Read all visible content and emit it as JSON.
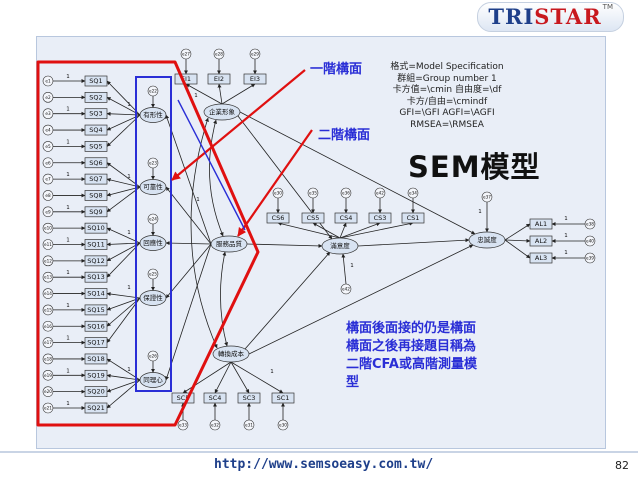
{
  "brand": {
    "name_a": "TRI",
    "name_b": "STAR",
    "tm": "TM"
  },
  "title": "SEM模型",
  "callouts": {
    "first_order": "一階構面",
    "second_order": "二階構面"
  },
  "model_info": [
    "格式=Model Specification",
    "群組=Group number 1",
    "卡方值=\\cmin 自由度=\\df",
    "卡方/自由=\\cmindf",
    "GFI=\\GFI AGFI=\\AGFI",
    "RMSEA=\\RMSEA"
  ],
  "note": [
    "構面後面接的仍是構面",
    "構面之後再接題目稱為",
    "二階CFA或高階測量模",
    "型"
  ],
  "footer": {
    "url": "http://www.semsoeasy.com.tw/",
    "page": "82"
  },
  "colors": {
    "accent_red": "#e01010",
    "accent_blue": "#2a2ed6",
    "box_fill": "#d8e3f2",
    "line": "#222222"
  },
  "diagram": {
    "sq_items": [
      "SQ1",
      "SQ2",
      "SQ3",
      "SQ4",
      "SQ5",
      "SQ6",
      "SQ7",
      "SQ8",
      "SQ9",
      "SQ10",
      "SQ11",
      "SQ12",
      "SQ13",
      "SQ14",
      "SQ15",
      "SQ16",
      "SQ17",
      "SQ18",
      "SQ19",
      "SQ20",
      "SQ21"
    ],
    "sq_errors": [
      "e1",
      "e2",
      "e3",
      "e4",
      "e5",
      "e6",
      "e7",
      "e8",
      "e9",
      "e10",
      "e11",
      "e12",
      "e13",
      "e14",
      "e15",
      "e16",
      "e17",
      "e18",
      "e19",
      "e20",
      "e21"
    ],
    "first_order": [
      "有形性",
      "可靠性",
      "回應性",
      "保證性",
      "同理心"
    ],
    "first_order_residuals": [
      "e22",
      "e23",
      "e24",
      "e25",
      "e26"
    ],
    "service_quality": "服務品質",
    "corporate_image": "企業形象",
    "ei_items": [
      "EI1",
      "EI2",
      "EI3"
    ],
    "ei_errors": [
      "e27",
      "e28",
      "e29"
    ],
    "satisfaction": "滿意度",
    "cs_items": [
      "CS6",
      "CS5",
      "CS4",
      "CS3",
      "CS1"
    ],
    "cs_errors": [
      "e30",
      "e35",
      "e36",
      "e42",
      "e34"
    ],
    "satisfaction_residual": "e42",
    "loyalty": "忠誠度",
    "loyalty_residual": "e37",
    "al_items": [
      "AL1",
      "AL2",
      "AL3"
    ],
    "al_errors": [
      "e38",
      "e40",
      "e39"
    ],
    "switching_cost": "轉換成本",
    "sc_items": [
      "SC5",
      "SC4",
      "SC3",
      "SC1"
    ],
    "sc_errors": [
      "e33",
      "e32",
      "e31",
      "e30"
    ],
    "path_label": "1"
  }
}
